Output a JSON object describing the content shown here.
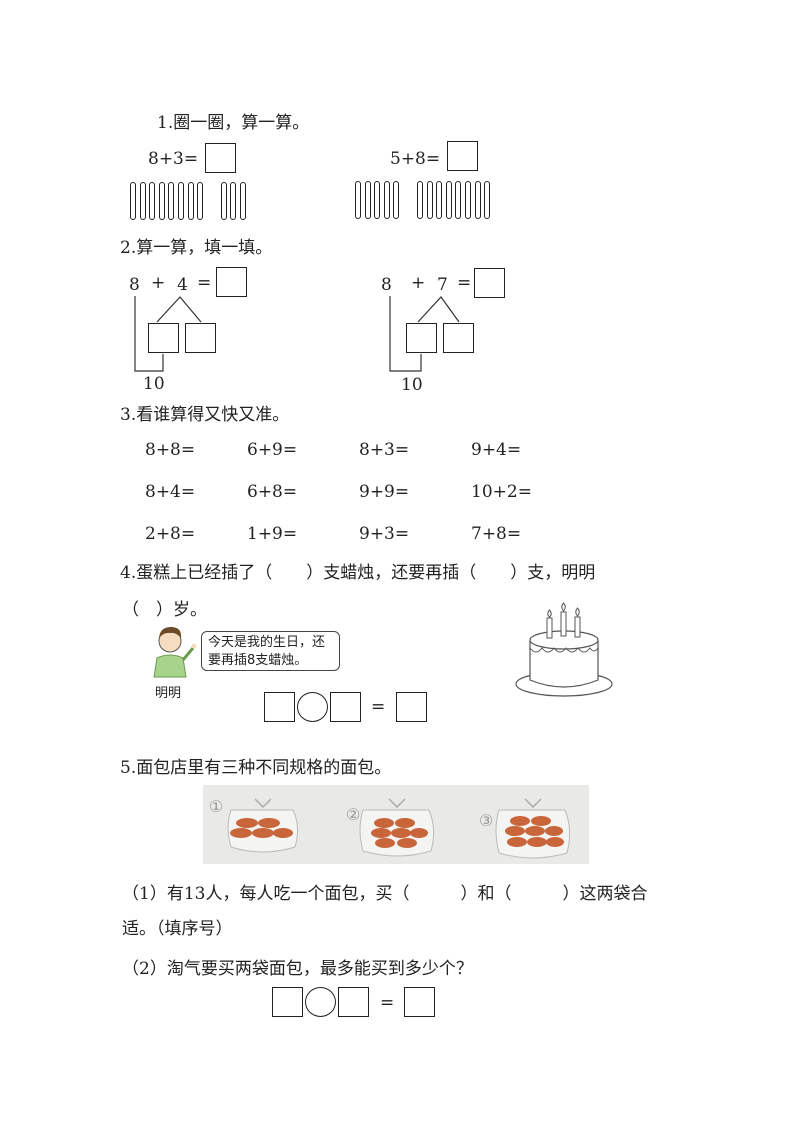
{
  "q1": {
    "title": "1.圈一圈，算一算。",
    "eq_left": "8+3=",
    "eq_right": "5+8=",
    "left_groups": [
      8,
      3
    ],
    "right_groups": [
      5,
      8
    ]
  },
  "q2": {
    "title": "2.算一算，填一填。",
    "left": {
      "a": "8",
      "op": "+",
      "b": "4",
      "eq": "=",
      "ten": "10"
    },
    "right": {
      "a": "8",
      "op": "+",
      "b": "7",
      "eq": "=",
      "ten": "10"
    }
  },
  "q3": {
    "title": "3.看谁算得又快又准。",
    "rows": [
      [
        "8+8=",
        "6+9=",
        "8+3=",
        "9+4="
      ],
      [
        "8+4=",
        "6+8=",
        "9+9=",
        "10+2="
      ],
      [
        "2+8=",
        "1+9=",
        "9+3=",
        "7+8="
      ]
    ]
  },
  "q4": {
    "line1": "4.蛋糕上已经插了（　　）支蜡烛，还要再插（　　）支，明明",
    "line2": "（　）岁。",
    "bubble_line1": "今天是我的生日，还",
    "bubble_line2": "要再插8支蜡烛。",
    "boy_name": "明明",
    "equals": "="
  },
  "q5": {
    "title": "5.面包店里有三种不同规格的面包。",
    "bag_labels": [
      "①",
      "②",
      "③"
    ],
    "sub1_line1": "（1）有13人，每人吃一个面包，买（　　　）和（　　　）这两袋合",
    "sub1_line2": "适。（填序号）",
    "sub2": "（2）淘气要买两袋面包，最多能买到多少个？",
    "equals": "="
  },
  "colors": {
    "ink": "#222222",
    "photo_bg": "#e9e9e7",
    "bread": "#c9653a",
    "shirt": "#a8d38a"
  }
}
